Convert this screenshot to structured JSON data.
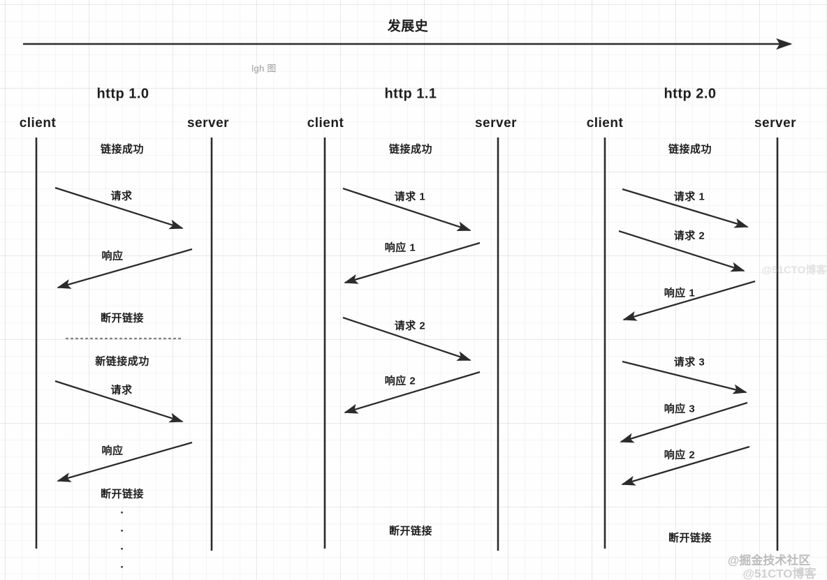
{
  "header": {
    "title": "发展史",
    "note": "lgh 图",
    "timeline_arrow": "timeline-arrow"
  },
  "colors": {
    "ink": "#1e1e1e",
    "line": "#3a3a3a",
    "grid": "#f0f0f0",
    "background": "#fefefe"
  },
  "columns": [
    {
      "title": "http 1.0",
      "client_label": "client",
      "server_label": "server",
      "messages": [
        {
          "text": "链接成功",
          "kind": "note"
        },
        {
          "text": "请求",
          "kind": "request"
        },
        {
          "text": "响应",
          "kind": "response"
        },
        {
          "text": "断开链接",
          "kind": "note"
        },
        {
          "text": "",
          "kind": "divider"
        },
        {
          "text": "新链接成功",
          "kind": "note"
        },
        {
          "text": "请求",
          "kind": "request"
        },
        {
          "text": "响应",
          "kind": "response"
        },
        {
          "text": "断开链接",
          "kind": "note"
        },
        {
          "text": "·\n·\n·\n·",
          "kind": "ellipsis"
        }
      ]
    },
    {
      "title": "http 1.1",
      "client_label": "client",
      "server_label": "server",
      "messages": [
        {
          "text": "链接成功",
          "kind": "note"
        },
        {
          "text": "请求 1",
          "kind": "request"
        },
        {
          "text": "响应 1",
          "kind": "response"
        },
        {
          "text": "请求 2",
          "kind": "request"
        },
        {
          "text": "响应 2",
          "kind": "response"
        },
        {
          "text": "断开链接",
          "kind": "note"
        }
      ]
    },
    {
      "title": "http 2.0",
      "client_label": "client",
      "server_label": "server",
      "messages": [
        {
          "text": "链接成功",
          "kind": "note"
        },
        {
          "text": "请求 1",
          "kind": "request"
        },
        {
          "text": "请求 2",
          "kind": "request"
        },
        {
          "text": "响应 1",
          "kind": "response"
        },
        {
          "text": "请求 3",
          "kind": "request"
        },
        {
          "text": "响应 3",
          "kind": "response"
        },
        {
          "text": "响应 2",
          "kind": "response"
        },
        {
          "text": "断开链接",
          "kind": "note"
        }
      ]
    }
  ],
  "watermarks": {
    "primary": "@掘金技术社区",
    "secondary": "@51CTO博客",
    "faint": "@51CTO博客"
  }
}
